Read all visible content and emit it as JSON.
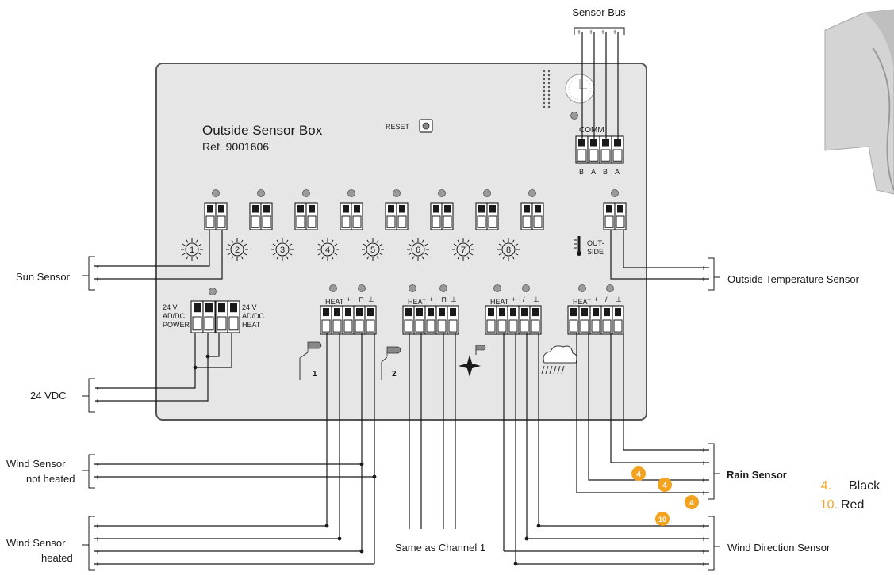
{
  "colors": {
    "box_fill": "#e6e6e6",
    "box_stroke": "#555555",
    "wire": "#1a1a1a",
    "marker": "#f4a321",
    "legend_number": "#f4a321"
  },
  "box": {
    "title": "Outside Sensor Box",
    "ref": "Ref. 9001606",
    "reset_label": "RESET",
    "comm_label": "COMM",
    "comm_pins": [
      "B",
      "A",
      "B",
      "A"
    ],
    "channel_numbers": [
      "1",
      "2",
      "3",
      "4",
      "5",
      "6",
      "7",
      "8"
    ],
    "outside_label_1": "OUT-",
    "outside_label_2": "SIDE",
    "power_label_lines": [
      "24 V",
      "AD/DC",
      "POWER"
    ],
    "heat_power_label_lines": [
      "24 V",
      "AD/DC",
      "HEAT"
    ],
    "heat_label": "HEAT",
    "heat_pin_symbols": [
      "+",
      "⊓",
      "⊥"
    ],
    "heat_pin_symbols_slope": [
      "+",
      "/",
      "⊥"
    ],
    "wind_block_numbers": [
      "1",
      "2"
    ]
  },
  "external": {
    "sensor_bus": "Sensor Bus",
    "sun_sensor": "Sun Sensor",
    "vdc_24": "24 VDC",
    "wind_not_heated_1": "Wind Sensor",
    "wind_not_heated_2": "not heated",
    "wind_heated_1": "Wind Sensor",
    "wind_heated_2": "heated",
    "same_as_channel": "Same as Channel 1",
    "outside_temp": "Outside Temperature Sensor",
    "rain_sensor": "Rain Sensor",
    "wind_direction": "Wind Direction Sensor",
    "marker_labels": [
      "4",
      "4",
      "4",
      "10"
    ],
    "plus_sign": "+"
  },
  "legend": [
    {
      "number": "4.",
      "text": "Black"
    },
    {
      "number": "10.",
      "text": "Red"
    }
  ]
}
